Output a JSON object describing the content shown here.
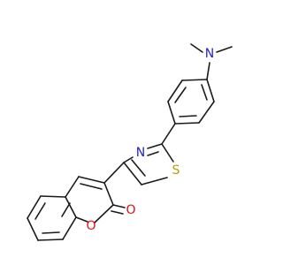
{
  "molecule": {
    "atom_labels": {
      "amine_nitrogen": "N",
      "thiazole_nitrogen": "N",
      "thiazole_sulfur": "S",
      "ring_oxygen": "O",
      "carbonyl_oxygen": "O"
    },
    "colors": {
      "bond": "#1a1a1a",
      "nitrogen": "#1f1fd0",
      "oxygen": "#e01010",
      "sulfur": "#b8a000"
    }
  }
}
